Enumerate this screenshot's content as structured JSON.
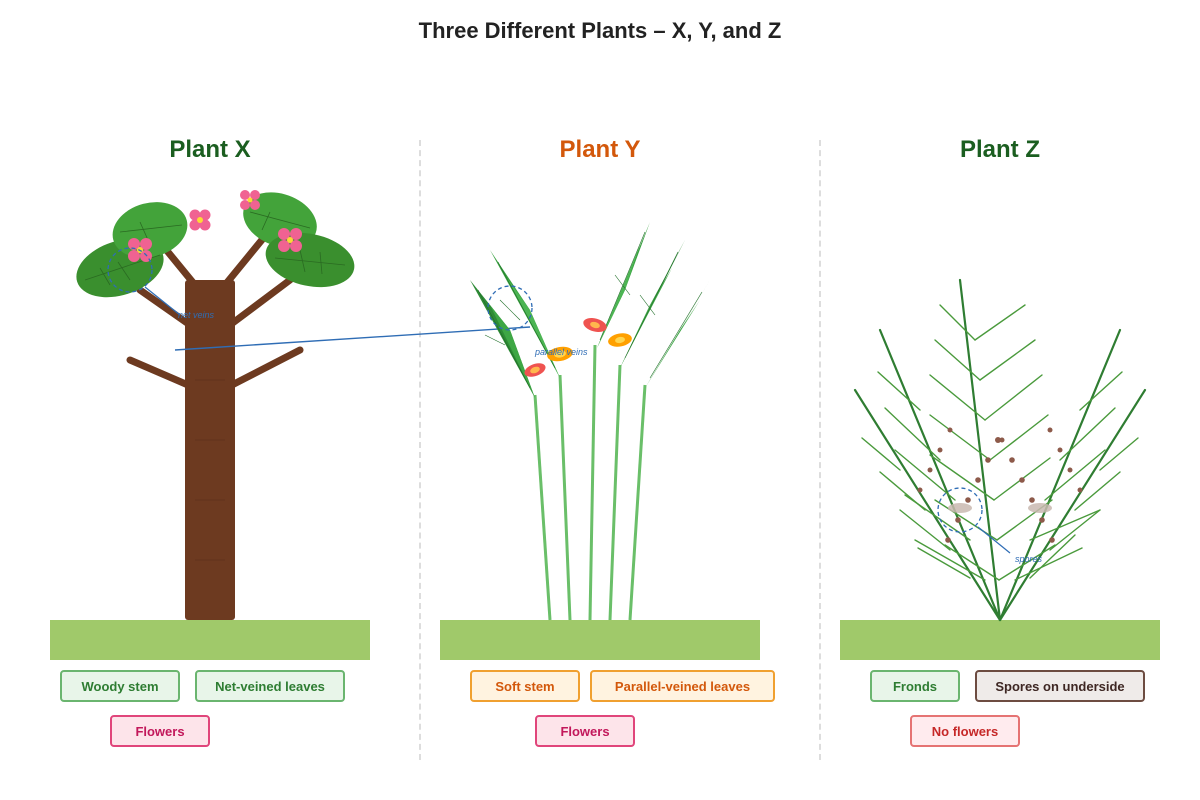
{
  "title": "Three Different Plants – X, Y, and Z",
  "plants": [
    {
      "name": "Plant X",
      "color": "#1b5e20",
      "annotation": "net veins",
      "tags": [
        "Woody stem",
        "Net-veined leaves",
        "Flowers"
      ]
    },
    {
      "name": "Plant Y",
      "color": "#d3580b",
      "annotation": "parallel veins",
      "tags": [
        "Soft stem",
        "Parallel-veined leaves",
        "Flowers"
      ]
    },
    {
      "name": "Plant Z",
      "color": "#1b5e20",
      "annotation": "spores",
      "tags": [
        "Fronds",
        "Spores on underside",
        "No flowers"
      ]
    }
  ],
  "colors": {
    "ground": "#a0c96a",
    "trunk": "#6d3a20",
    "leaf": "#3c9a34",
    "flower": "#f06292",
    "annotation_line": "#2f6db5"
  }
}
